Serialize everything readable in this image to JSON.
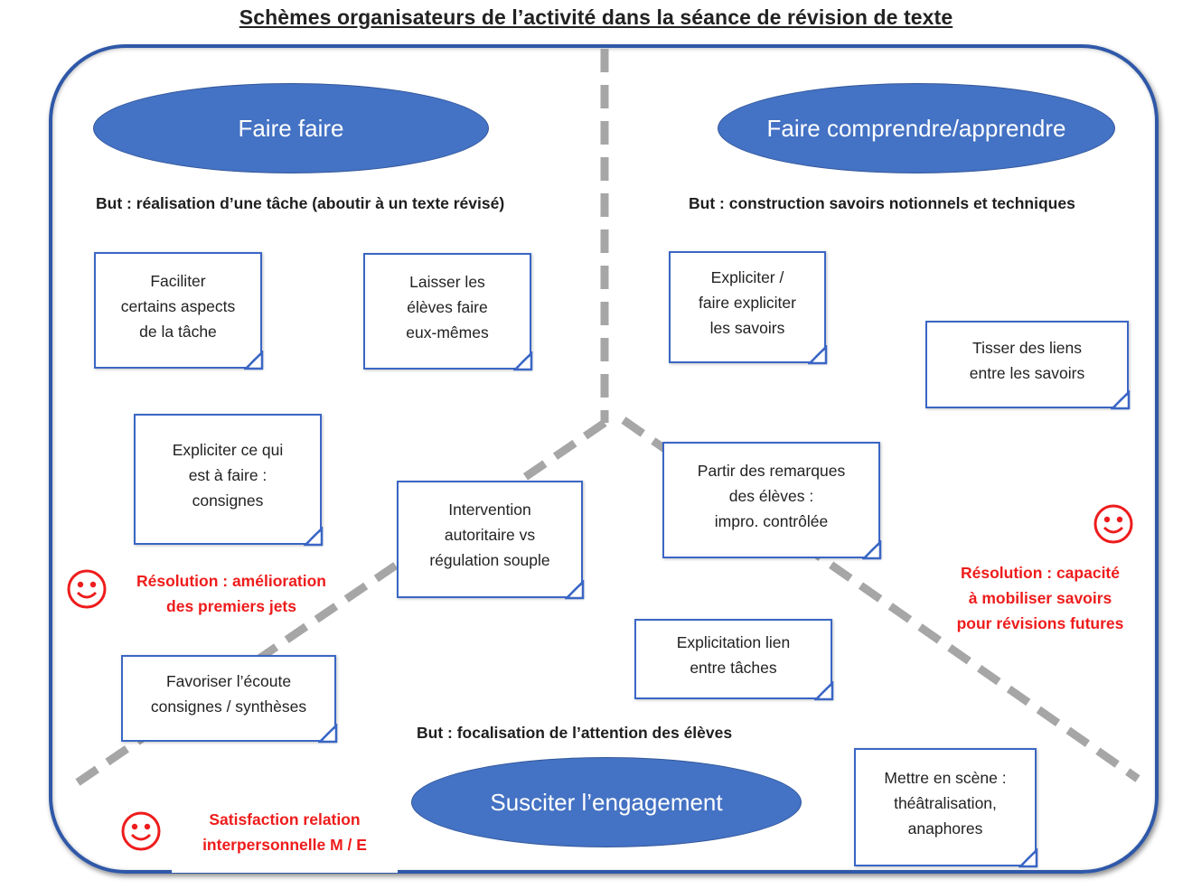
{
  "title": "Schèmes organisateurs de l’activité dans la séance de révision de texte",
  "pills": {
    "faire_faire": "Faire faire",
    "faire_comprendre": "Faire comprendre/apprendre",
    "susciter": "Susciter l’engagement"
  },
  "goals": {
    "left": "But : réalisation d’une tâche (aboutir à un texte révisé)",
    "right": "But : construction savoirs notionnels et techniques",
    "bottom": "But : focalisation de l’attention des élèves"
  },
  "notes": {
    "faciliter": "Faciliter\ncertains aspects\nde la tâche",
    "laisser": "Laisser les\nélèves faire\neux-mêmes",
    "expliciter_faire": "Expliciter ce qui\nest à faire :\nconsignes",
    "intervention": "Intervention\nautoritaire vs\nrégulation souple",
    "favoriser": "Favoriser l’écoute\nconsignes / synthèses",
    "expliciter_savoirs": "Expliciter  /\nfaire expliciter\nles savoirs",
    "tisser": "Tisser des liens\nentre les savoirs",
    "partir": "Partir des remarques\ndes élèves :\nimpro. contrôlée",
    "explicitation": "Explicitation lien\nentre tâches",
    "mettre": "Mettre en scène :\nthéâtralisation,\nanaphores"
  },
  "resolutions": {
    "left": "Résolution : amélioration\ndes premiers jets",
    "right": "Résolution : capacité\nà mobiliser savoirs\npour révisions futures",
    "bottom": "Satisfaction relation\ninterpersonnelle M / E"
  },
  "colors": {
    "pill_fill": "#4472c4",
    "note_border": "#3a66c5",
    "frame_border": "#2f58a8",
    "resolution_red": "#ee1c1c",
    "dashed_line": "#a6a6a6"
  },
  "icons": {
    "smiley": "smiley-face-icon",
    "page_curl": "folded-corner-icon"
  }
}
